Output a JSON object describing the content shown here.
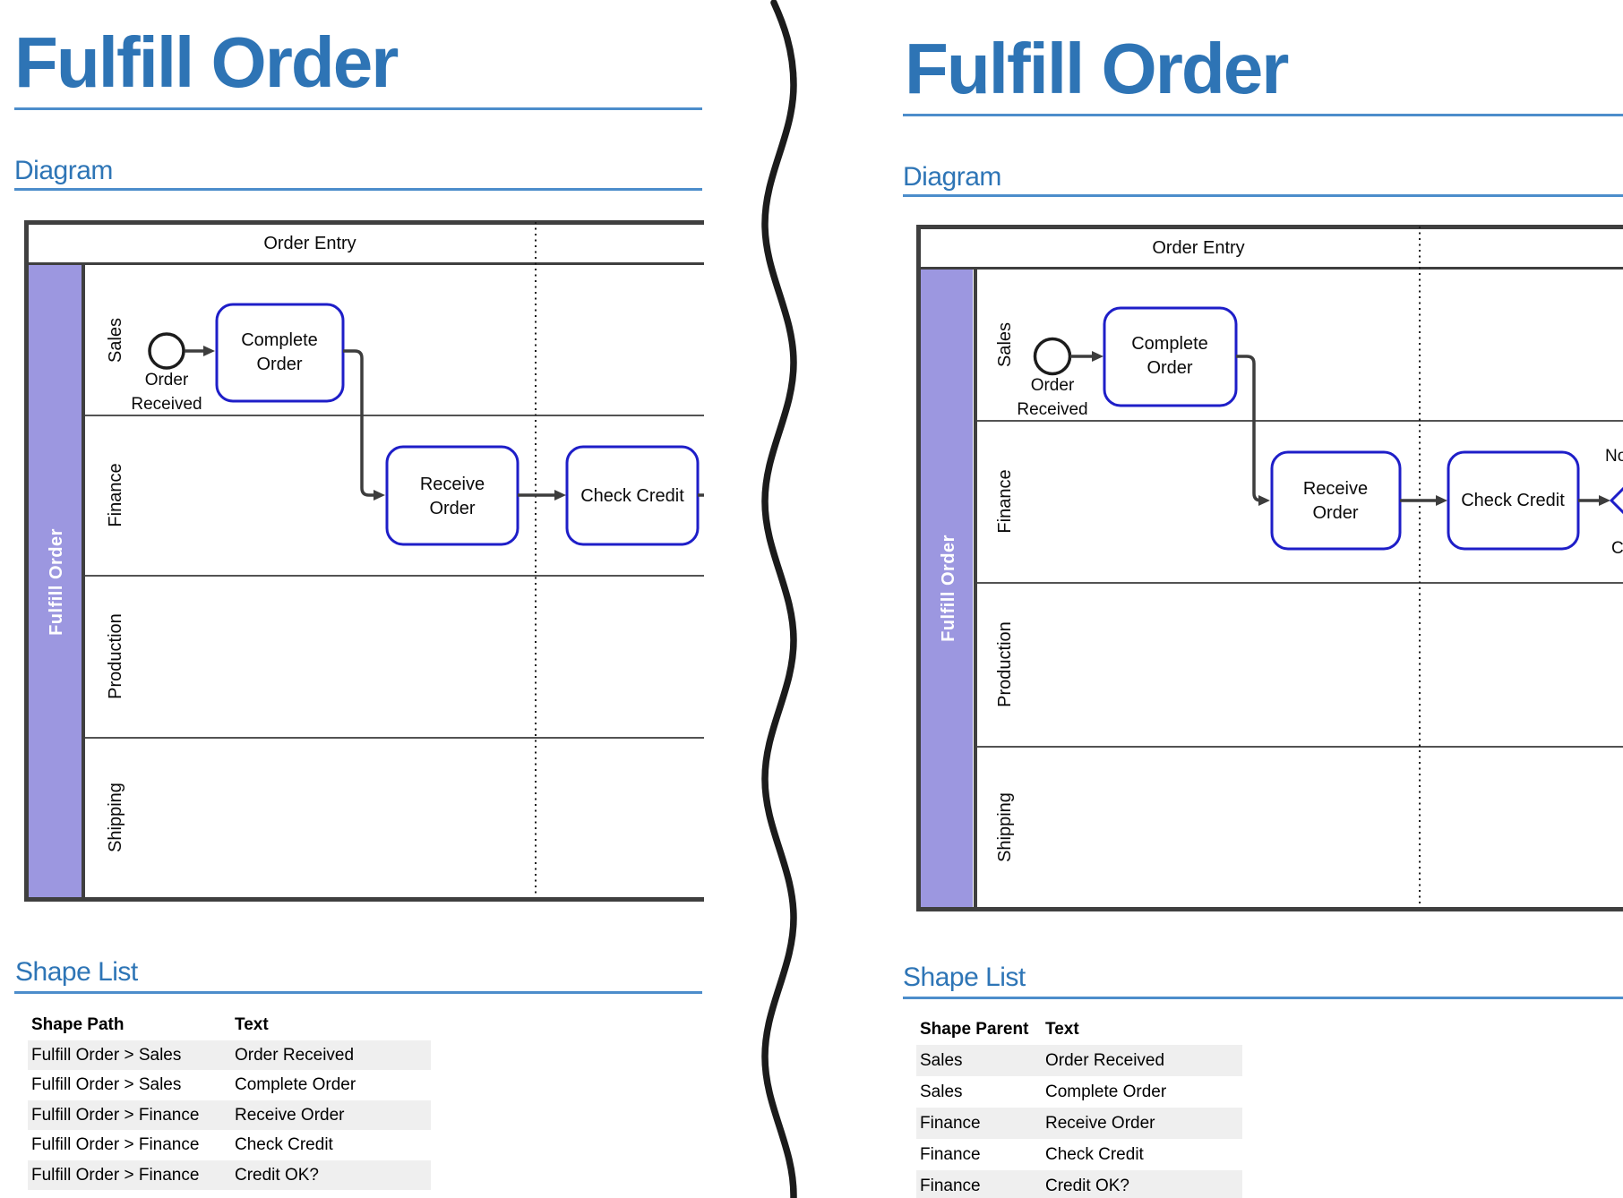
{
  "left": {
    "title": "Fulfill Order",
    "diagram_heading": "Diagram",
    "shape_list_heading": "Shape List",
    "pool": {
      "phase1": "Order Entry",
      "pool_label": "Fulfill Order",
      "lanes": [
        "Sales",
        "Finance",
        "Production",
        "Shipping"
      ]
    },
    "shapes": {
      "start_event": {
        "line1": "Order",
        "line2": "Received"
      },
      "complete_order": {
        "line1": "Complete",
        "line2": "Order"
      },
      "receive_order": {
        "line1": "Receive",
        "line2": "Order"
      },
      "check_credit": "Check Credit"
    },
    "table": {
      "col1": "Shape Path",
      "col2": "Text",
      "rows": [
        {
          "c1": "Fulfill Order > Sales",
          "c2": "Order Received"
        },
        {
          "c1": "Fulfill Order > Sales",
          "c2": "Complete Order"
        },
        {
          "c1": "Fulfill Order > Finance",
          "c2": "Receive Order"
        },
        {
          "c1": "Fulfill Order > Finance",
          "c2": "Check Credit"
        },
        {
          "c1": "Fulfill Order > Finance",
          "c2": "Credit OK?"
        }
      ]
    }
  },
  "right": {
    "title": "Fulfill Order",
    "diagram_heading": "Diagram",
    "shape_list_heading": "Shape List",
    "pool": {
      "phase1": "Order Entry",
      "pool_label": "Fulfill Order",
      "lanes": [
        "Sales",
        "Finance",
        "Production",
        "Shipping"
      ]
    },
    "shapes": {
      "start_event": {
        "line1": "Order",
        "line2": "Received"
      },
      "complete_order": {
        "line1": "Complete",
        "line2": "Order"
      },
      "receive_order": {
        "line1": "Receive",
        "line2": "Order"
      },
      "check_credit": "Check Credit",
      "gateway_no_label": "No",
      "gateway_label": "Credit OK?"
    },
    "table": {
      "col1": "Shape Parent",
      "col2": "Text",
      "rows": [
        {
          "c1": "Sales",
          "c2": "Order Received"
        },
        {
          "c1": "Sales",
          "c2": "Complete Order"
        },
        {
          "c1": "Finance",
          "c2": "Receive Order"
        },
        {
          "c1": "Finance",
          "c2": "Check Credit"
        },
        {
          "c1": "Finance",
          "c2": "Credit OK?"
        }
      ]
    }
  },
  "colors": {
    "heading_blue": "#2E75B6",
    "title_blue": "#2E74B5",
    "rule_blue": "#4C8DCB",
    "lane_purple": "#9C97E0",
    "task_border_blue": "#1E1EC8",
    "pool_border_gray": "#3F3F3F",
    "connector_gray": "#3D3D3D",
    "table_stripe_gray": "#EFEFEF",
    "event_stroke": "#1C1C1C"
  }
}
